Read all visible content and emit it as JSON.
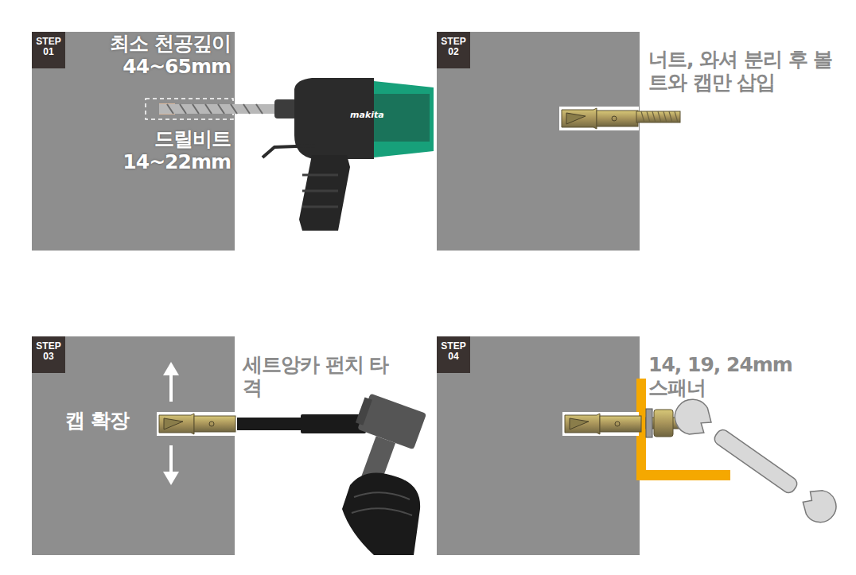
{
  "diagram": {
    "nodes": [
      {
        "text": [
          "STEP 01"
        ]
      },
      {
        "text": [
          "STEP 02"
        ]
      },
      {
        "text": [
          "STEP 03"
        ]
      },
      {
        "text": [
          "STEP 04"
        ]
      }
    ],
    "labels": [
      "최소 천공깊이 44~65mm",
      "드릴비트 14~22mm",
      "makita",
      "너트, 와셔 분리 후 볼트와 캡만 삽입",
      "캡 확장",
      "세트앙카 펀치 타격",
      "14, 19, 24mm 스패너"
    ]
  }
}
